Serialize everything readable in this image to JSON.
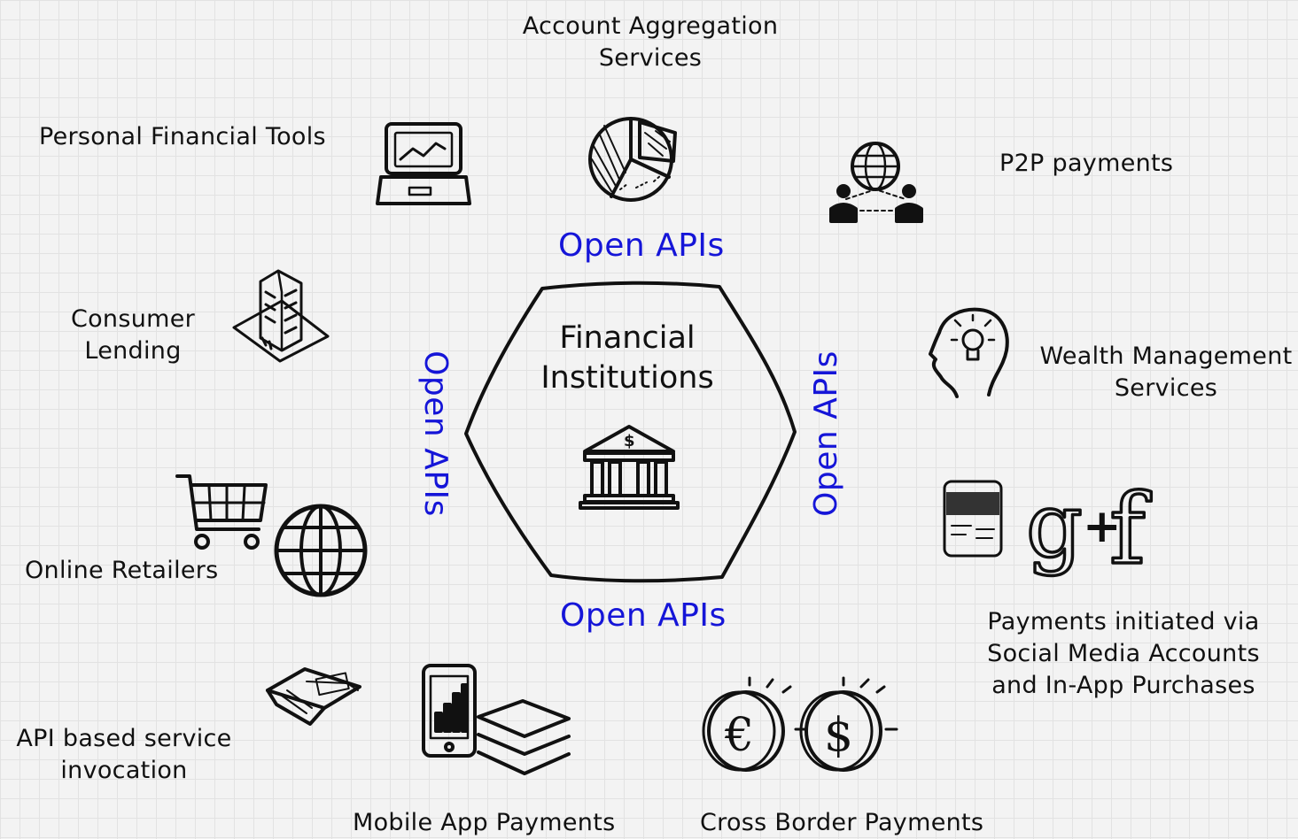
{
  "center": {
    "lines": [
      "Financial",
      "Institutions"
    ]
  },
  "open_apis": {
    "top": "Open APIs",
    "bottom": "Open APIs",
    "left": "Open APIs",
    "right": "Open APIs"
  },
  "nodes": {
    "account_aggregation": {
      "lines": [
        "Account Aggregation",
        "Services"
      ],
      "icon": "pie-chart-icon"
    },
    "personal_financial_tools": {
      "lines": [
        "Personal Financial Tools"
      ],
      "icon": "laptop-chart-icon"
    },
    "p2p_payments": {
      "lines": [
        "P2P payments"
      ],
      "icon": "globe-people-icon"
    },
    "consumer_lending": {
      "lines": [
        "Consumer",
        "Lending"
      ],
      "icon": "building-icon"
    },
    "wealth_management": {
      "lines": [
        "Wealth Management",
        "Services"
      ],
      "icon": "head-lightbulb-icon"
    },
    "online_retailers": {
      "lines": [
        "Online Retailers"
      ],
      "icon": "cart-globe-icon"
    },
    "social_payments": {
      "lines": [
        "Payments initiated via",
        "Social Media Accounts",
        "and In-App Purchases"
      ],
      "icon": "card-social-icon"
    },
    "api_invocation": {
      "lines": [
        "API based service",
        "invocation"
      ],
      "icon": "wallet-icon"
    },
    "mobile_app_payments": {
      "lines": [
        "Mobile App Payments"
      ],
      "icon": "phone-layers-icon"
    },
    "cross_border_payments": {
      "lines": [
        "Cross Border Payments"
      ],
      "icon": "coins-icon"
    }
  },
  "colors": {
    "api_text": "#1515d8",
    "ink": "#111111",
    "background": "#f3f3f3",
    "grid": "#e2e2e2"
  }
}
